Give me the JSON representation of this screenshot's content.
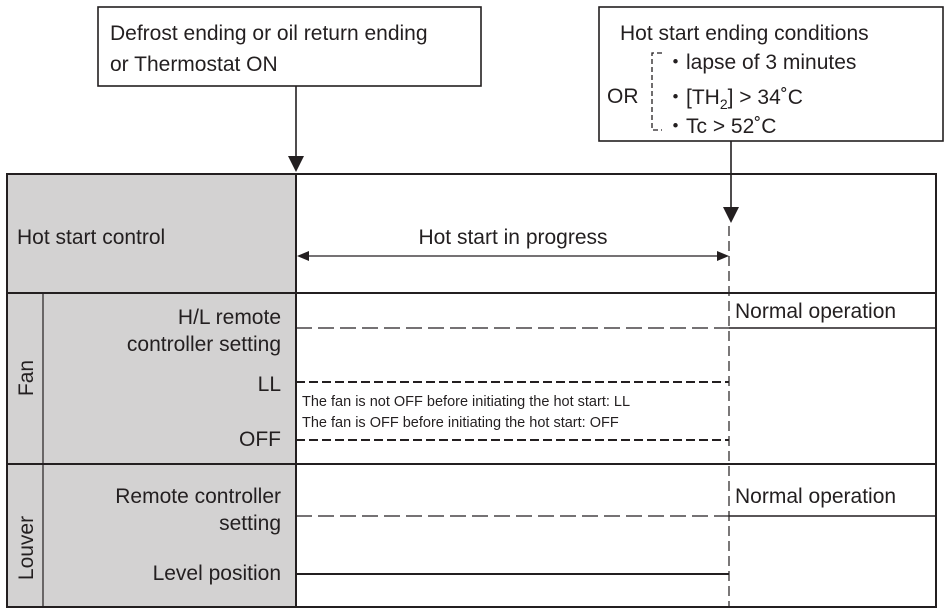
{
  "callout_left": {
    "line1": "Defrost ending or oil return ending",
    "line2": "or Thermostat ON"
  },
  "callout_right": {
    "title": "Hot start ending conditions",
    "or_label": "OR",
    "conditions": [
      {
        "bullet": "・",
        "text": "lapse of 3 minutes"
      },
      {
        "bullet": "・",
        "text_pre": "[TH",
        "sub": "2",
        "text_post": "] > 34˚C"
      },
      {
        "bullet": "・",
        "text": "Tc > 52˚C"
      }
    ]
  },
  "rows": {
    "hot_start": {
      "label": "Hot start control",
      "in_progress": "Hot start in progress"
    },
    "fan": {
      "group_label": "Fan",
      "setting_line1": "H/L remote",
      "setting_line2": "controller setting",
      "ll": "LL",
      "off": "OFF",
      "note_line1": "The fan is not OFF before initiating the hot start: LL",
      "note_line2": "The fan is OFF before initiating the hot start: OFF",
      "normal": "Normal operation"
    },
    "louver": {
      "group_label": "Louver",
      "setting_line1": "Remote controller",
      "setting_line2": "setting",
      "level": "Level position",
      "normal": "Normal operation"
    }
  },
  "colors": {
    "label_fill": "#d3d2d2",
    "line": "#231f20",
    "background": "#ffffff"
  }
}
